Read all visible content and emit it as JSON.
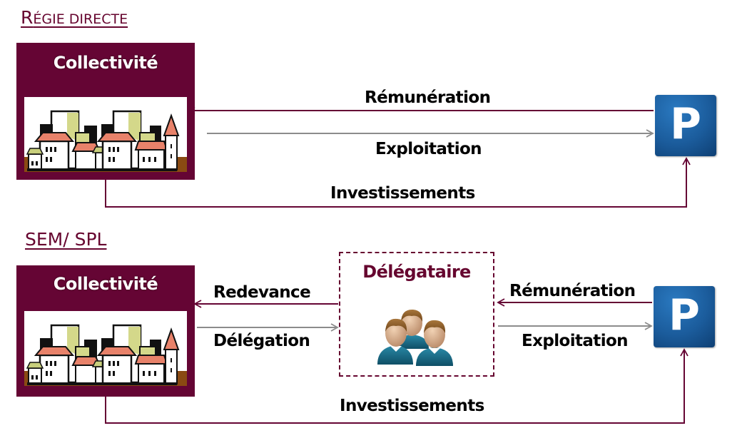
{
  "sections": {
    "regie": {
      "title_first": "R",
      "title_rest": "ÉGIE DIRECTE",
      "collectivite": "Collectivité",
      "parking_letter": "P",
      "remuneration": "Rémunération",
      "exploitation": "Exploitation",
      "investissements": "Investissements"
    },
    "sem": {
      "title": "SEM/ SPL",
      "collectivite": "Collectivité",
      "delegataire": "Délégataire",
      "redevance": "Redevance",
      "delegation": "Délégation",
      "remuneration": "Rémunération",
      "exploitation": "Exploitation",
      "parking_letter": "P",
      "investissements": "Investissements"
    }
  },
  "colors": {
    "burgundy": "#650534",
    "grey_arrow": "#8c8c8c",
    "parking_blue": "#1b5c9c"
  },
  "icons": {
    "town": "town-illustration-icon",
    "parking": "parking-sign-icon",
    "people": "people-group-icon"
  }
}
